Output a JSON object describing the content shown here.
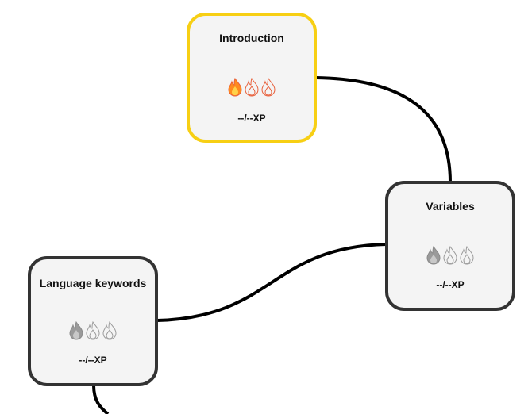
{
  "colors": {
    "active_border": "#f7cf14",
    "border": "#333333",
    "node_bg": "#f4f4f4",
    "connector": "#000000",
    "flame_color_fill": "#ff8a1f",
    "flame_color_inner": "#ffd24a",
    "flame_red_outline": "#e8603c",
    "flame_grey_fill": "#9a9a9a",
    "flame_grey_outline": "#9a9a9a"
  },
  "nodes": [
    {
      "id": "introduction",
      "title": "Introduction",
      "xp": "--/--XP",
      "active": true,
      "flames": [
        "flame-filled-color-icon",
        "flame-outline-red-icon",
        "flame-outline-red-icon"
      ]
    },
    {
      "id": "variables",
      "title": "Variables",
      "xp": "--/--XP",
      "active": false,
      "flames": [
        "flame-filled-grey-icon",
        "flame-outline-grey-icon",
        "flame-outline-grey-icon"
      ]
    },
    {
      "id": "language-keywords",
      "title": "Language keywords",
      "xp": "--/--XP",
      "active": false,
      "flames": [
        "flame-filled-grey-icon",
        "flame-outline-grey-icon",
        "flame-outline-grey-icon"
      ]
    }
  ]
}
